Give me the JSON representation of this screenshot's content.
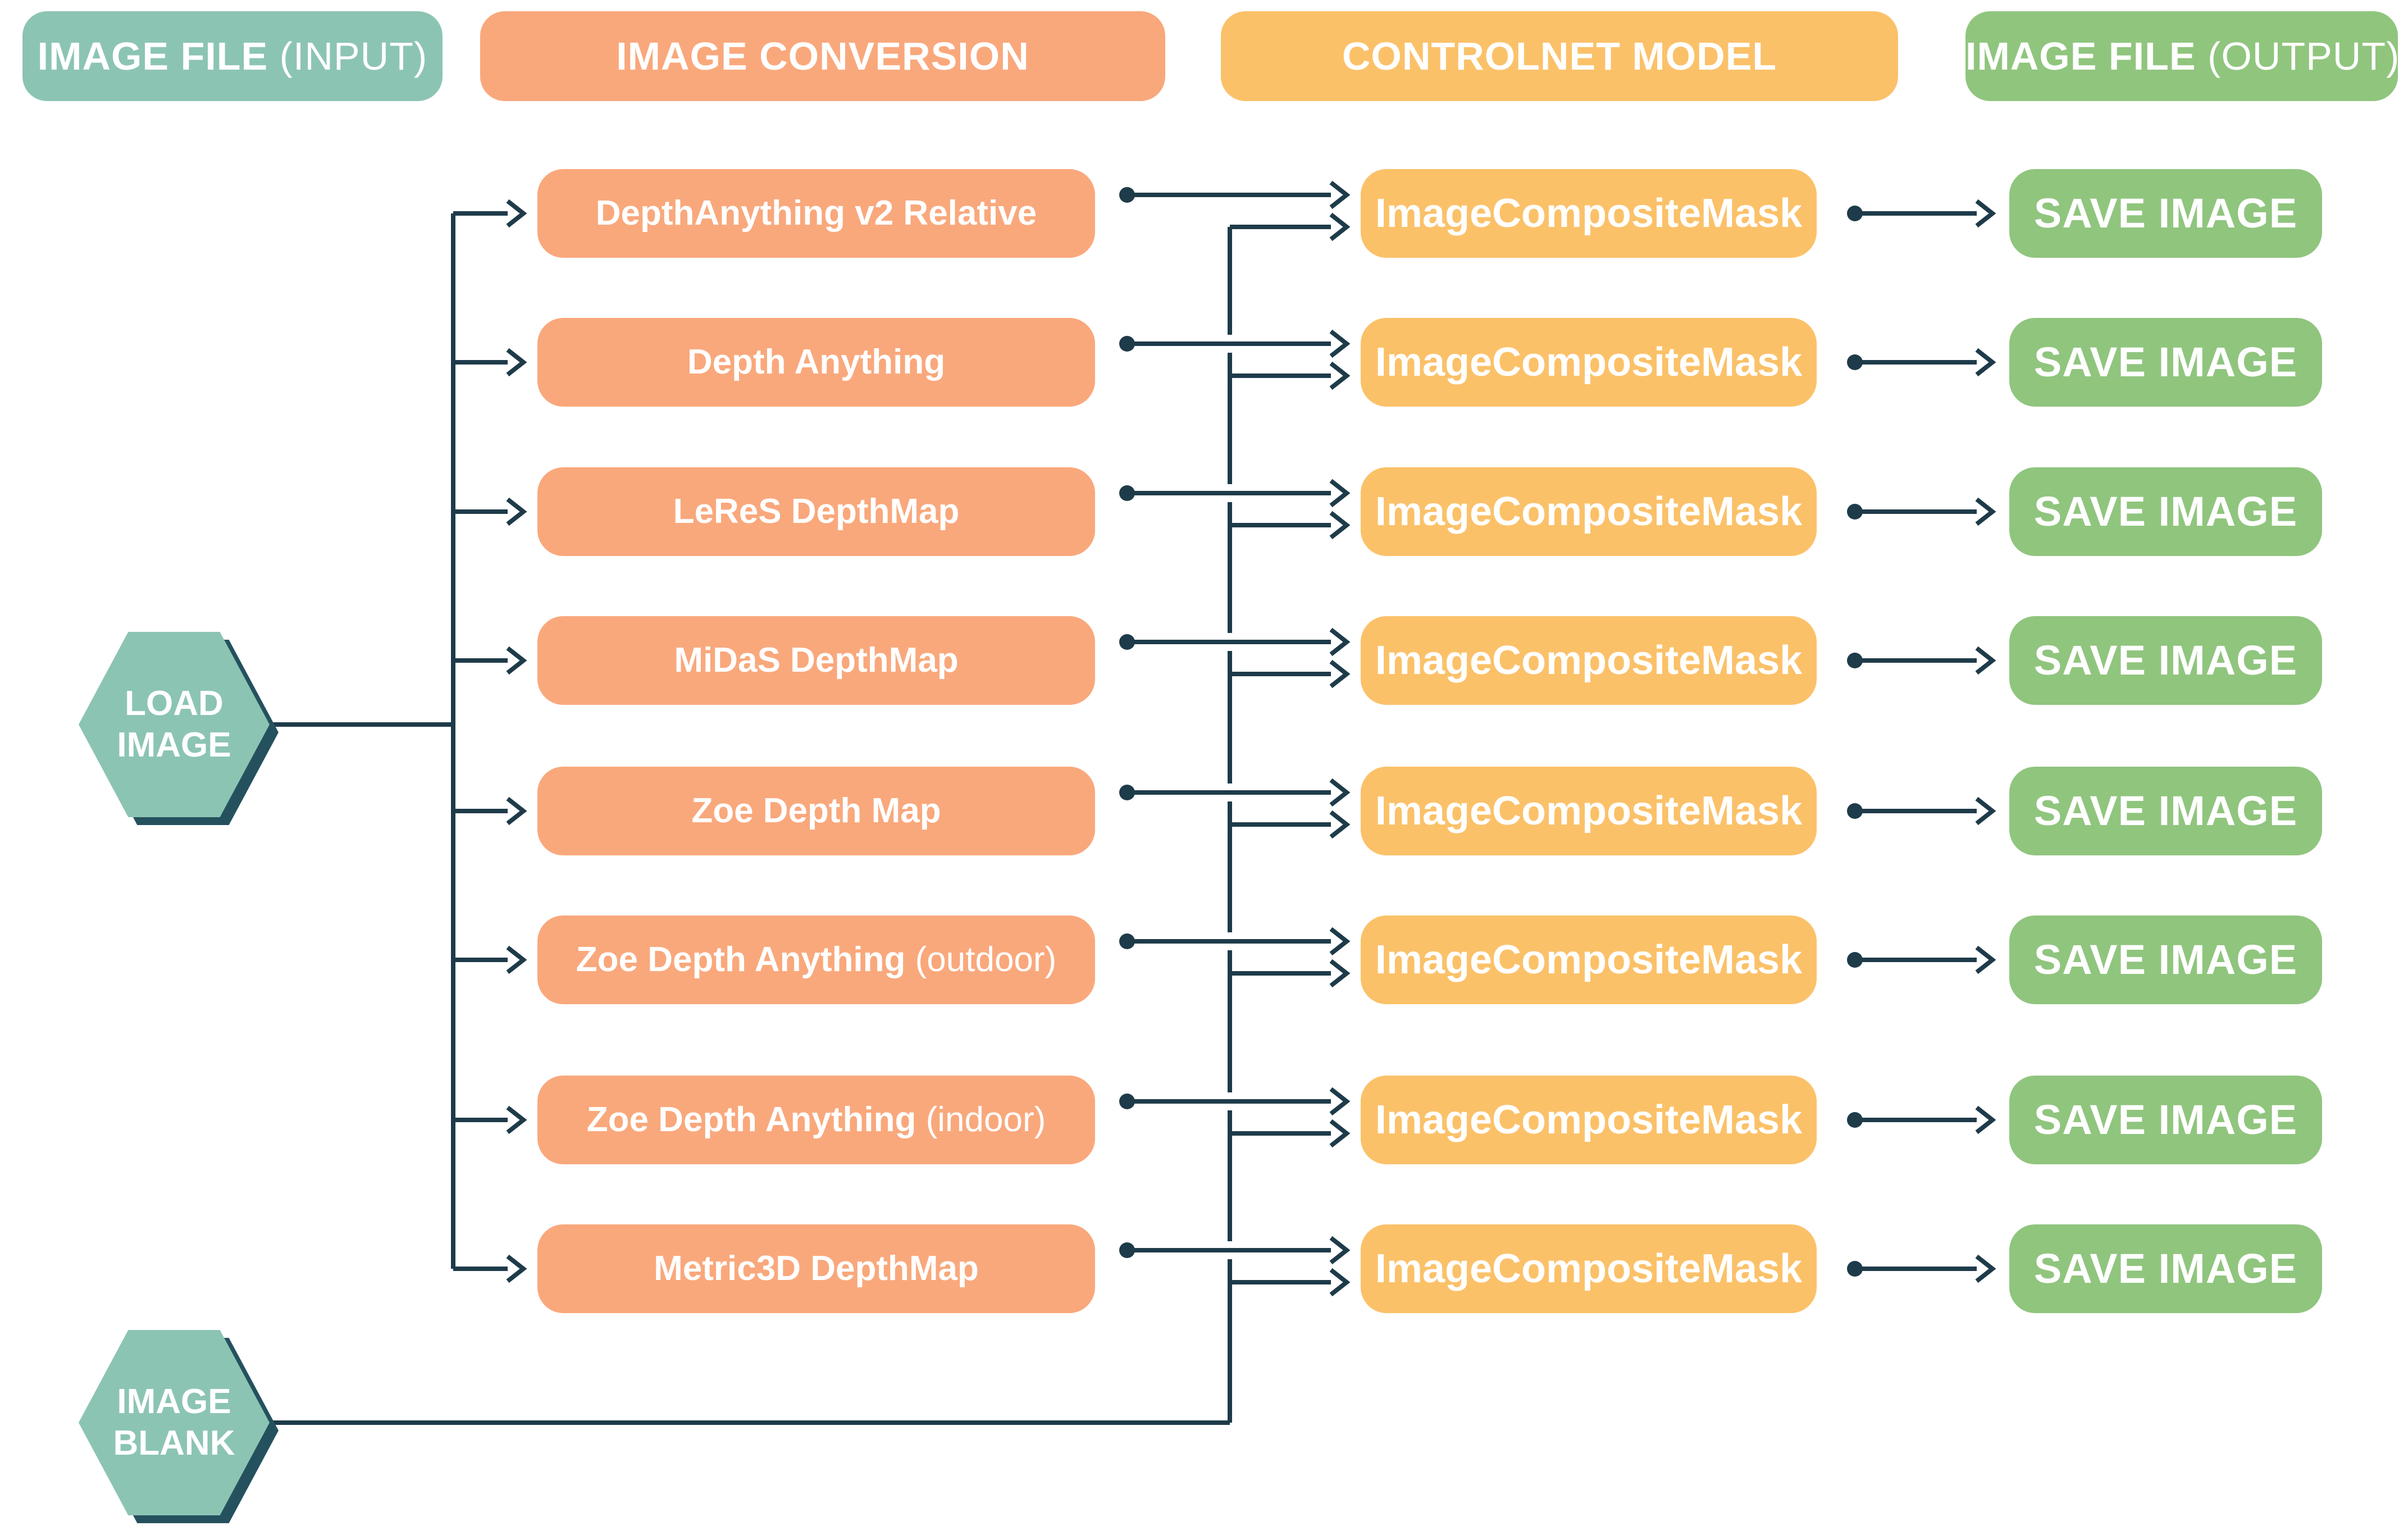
{
  "colors": {
    "teal": "#8CC4B4",
    "teal_shadow": "#25515E",
    "salmon": "#F9A87C",
    "yellow": "#FBC169",
    "green": "#90C57E",
    "line": "#1E3B4A",
    "text": "#FFFFFF",
    "background": "#FFFFFF"
  },
  "headers": [
    {
      "label": "IMAGE FILE",
      "suffix": " (INPUT)"
    },
    {
      "label": "IMAGE CONVERSION",
      "suffix": ""
    },
    {
      "label": "CONTROLNET MODEL",
      "suffix": ""
    },
    {
      "label": "IMAGE FILE",
      "suffix": " (OUTPUT)"
    }
  ],
  "sources": [
    {
      "label": "LOAD\nIMAGE"
    },
    {
      "label": "IMAGE\nBLANK"
    }
  ],
  "rows": [
    {
      "conversion": "DepthAnything v2 Relative",
      "conversion_suffix": "",
      "controlnet": "ImageCompositeMask",
      "save": "SAVE IMAGE"
    },
    {
      "conversion": "Depth Anything",
      "conversion_suffix": "",
      "controlnet": "ImageCompositeMask",
      "save": "SAVE IMAGE"
    },
    {
      "conversion": "LeReS DepthMap",
      "conversion_suffix": "",
      "controlnet": "ImageCompositeMask",
      "save": "SAVE IMAGE"
    },
    {
      "conversion": "MiDaS DepthMap",
      "conversion_suffix": "",
      "controlnet": "ImageCompositeMask",
      "save": "SAVE IMAGE"
    },
    {
      "conversion": "Zoe Depth Map",
      "conversion_suffix": "",
      "controlnet": "ImageCompositeMask",
      "save": "SAVE IMAGE"
    },
    {
      "conversion": "Zoe Depth Anything",
      "conversion_suffix": " (outdoor)",
      "controlnet": "ImageCompositeMask",
      "save": "SAVE IMAGE"
    },
    {
      "conversion": "Zoe Depth Anything",
      "conversion_suffix": " (indoor)",
      "controlnet": "ImageCompositeMask",
      "save": "SAVE IMAGE"
    },
    {
      "conversion": "Metric3D DepthMap",
      "conversion_suffix": "",
      "controlnet": "ImageCompositeMask",
      "save": "SAVE IMAGE"
    }
  ]
}
